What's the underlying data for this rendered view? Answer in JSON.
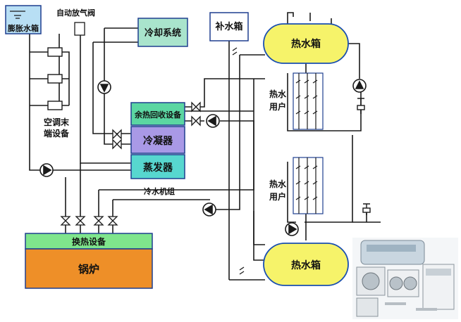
{
  "labels": {
    "expansion_tank": "膨胀水箱",
    "air_vent": "自动放气阀",
    "cooling_system": "冷却系统",
    "makeup_tank": "补水箱",
    "hot_tank_top": "热水箱",
    "hot_tank_bottom": "热水箱",
    "ac_terminal_1": "空调末",
    "ac_terminal_2": "端设备",
    "heat_recovery": "余热回收设备",
    "condenser": "冷凝器",
    "evaporator": "蒸发器",
    "chiller_unit": "冷水机组",
    "hot_user_top_1": "热水",
    "hot_user_top_2": "用户",
    "hot_user_bottom_1": "热水",
    "hot_user_bottom_2": "用户",
    "heat_exchanger": "换热设备",
    "boiler": "锅炉"
  },
  "colors": {
    "pipe": "#1a1a1a",
    "tank_fill": "#f6f36a",
    "tank_stroke": "#1a4fb0",
    "expansion_fill": "#b8dff4",
    "cooling_fill": "#a9e4cc",
    "heat_recovery_fill": "#5bd6a2",
    "condenser_fill": "#a999e6",
    "evaporator_fill": "#57d7cf",
    "exchanger_fill": "#7fe58c",
    "boiler_fill": "#ee8f28",
    "box_stroke": "#1f3f8f"
  }
}
